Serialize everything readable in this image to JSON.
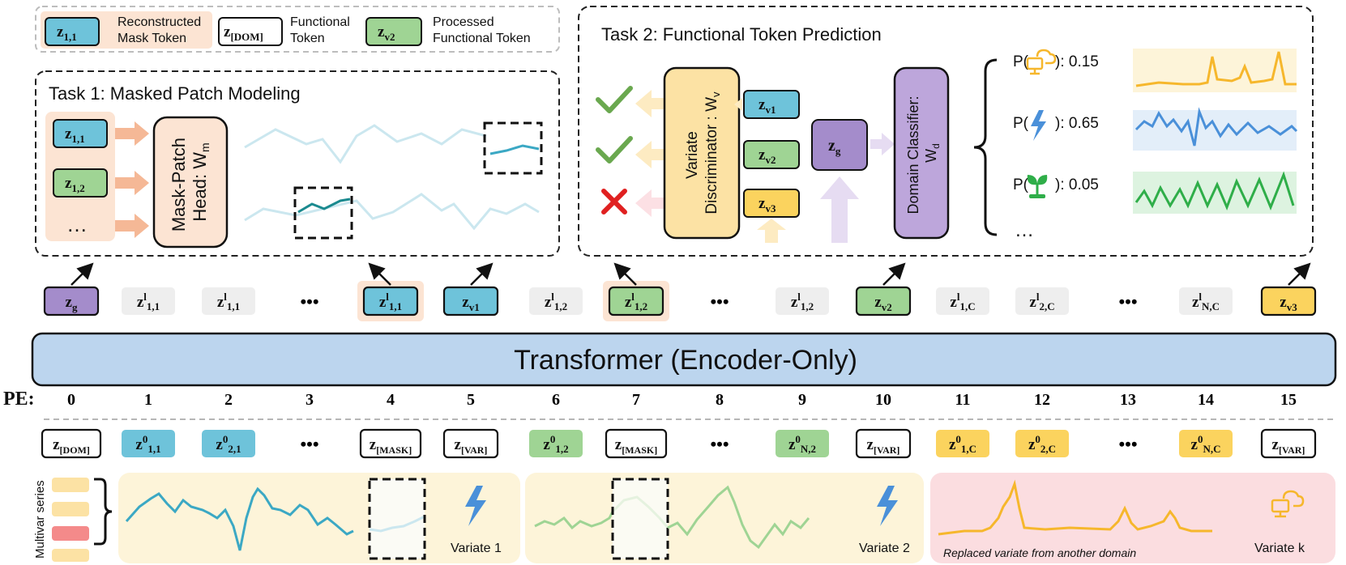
{
  "legend": {
    "items": [
      {
        "token": "z",
        "sub": "1,1",
        "label_line1": "Reconstructed",
        "label_line2": "Mask Token"
      },
      {
        "token": "z",
        "sub": "[DOM]",
        "label_line1": "Functional",
        "label_line2": "Token"
      },
      {
        "token": "z",
        "sub": "v2",
        "label_line1": "Processed",
        "label_line2": "Functional Token"
      }
    ]
  },
  "task1": {
    "title": "Task 1: Masked Patch Modeling",
    "inputs": [
      {
        "token": "z",
        "sub": "1,1"
      },
      {
        "token": "z",
        "sub": "1,2"
      }
    ],
    "ellipsis": "…",
    "head_line1": "Mask-Patch",
    "head_line2": "Head: W",
    "head_sub": "m"
  },
  "task2": {
    "title": "Task 2: Functional Token Prediction",
    "discriminator_line1": "Variate",
    "discriminator_line2": "Discriminator : W",
    "discriminator_sub": "v",
    "tokens": [
      {
        "token": "z",
        "sub": "v1"
      },
      {
        "token": "z",
        "sub": "v2"
      },
      {
        "token": "z",
        "sub": "v3"
      }
    ],
    "global_token": {
      "token": "z",
      "sub": "g"
    },
    "classifier_line1": "Domain Classifier:",
    "classifier_line2": "W",
    "classifier_sub": "d",
    "probs": [
      {
        "prefix": "P(",
        "suffix": "): 0.15",
        "icon": "cloud-computer-icon"
      },
      {
        "prefix": "P(",
        "suffix": "): 0.65",
        "icon": "lightning-icon"
      },
      {
        "prefix": "P(",
        "suffix": "): 0.05",
        "icon": "plant-icon"
      }
    ],
    "ellipsis": "…"
  },
  "output_tokens": [
    {
      "token": "z",
      "sub": "g"
    },
    {
      "token": "z",
      "sup": "l",
      "sub": "1,1"
    },
    {
      "token": "z",
      "sup": "l",
      "sub": "1,1"
    },
    {
      "token": "•••"
    },
    {
      "token": "z",
      "sup": "l",
      "sub": "1,1"
    },
    {
      "token": "z",
      "sub": "v1"
    },
    {
      "token": "z",
      "sup": "l",
      "sub": "1,2"
    },
    {
      "token": "z",
      "sup": "l",
      "sub": "1,2"
    },
    {
      "token": "•••"
    },
    {
      "token": "z",
      "sup": "l",
      "sub": "1,2"
    },
    {
      "token": "z",
      "sub": "v2"
    },
    {
      "token": "z",
      "sup": "l",
      "sub": "1,C"
    },
    {
      "token": "z",
      "sup": "l",
      "sub": "2,C"
    },
    {
      "token": "•••"
    },
    {
      "token": "z",
      "sup": "l",
      "sub": "N,C"
    },
    {
      "token": "z",
      "sub": "v3"
    }
  ],
  "transformer": {
    "label": "Transformer (Encoder-Only)"
  },
  "pe": {
    "label": "PE:",
    "indices": [
      "0",
      "1",
      "2",
      "3",
      "4",
      "5",
      "6",
      "7",
      "8",
      "9",
      "10",
      "11",
      "12",
      "13",
      "14",
      "15"
    ]
  },
  "input_tokens": [
    {
      "token": "z",
      "sub": "[DOM]"
    },
    {
      "token": "z",
      "sup": "0",
      "sub": "1,1"
    },
    {
      "token": "z",
      "sup": "0",
      "sub": "2,1"
    },
    {
      "token": "•••"
    },
    {
      "token": "z",
      "sub": "[MASK]"
    },
    {
      "token": "z",
      "sub": "[VAR]"
    },
    {
      "token": "z",
      "sup": "0",
      "sub": "1,2"
    },
    {
      "token": "z",
      "sub": "[MASK]"
    },
    {
      "token": "•••"
    },
    {
      "token": "z",
      "sup": "0",
      "sub": "N,2"
    },
    {
      "token": "z",
      "sub": "[VAR]"
    },
    {
      "token": "z",
      "sup": "0",
      "sub": "1,C"
    },
    {
      "token": "z",
      "sup": "0",
      "sub": "2,C"
    },
    {
      "token": "•••"
    },
    {
      "token": "z",
      "sup": "0",
      "sub": "N,C"
    },
    {
      "token": "z",
      "sub": "[VAR]"
    }
  ],
  "series_panel": {
    "multivar_label": "Multivar series",
    "variate1": {
      "label": "Variate 1",
      "icon": "lightning-icon"
    },
    "variate2": {
      "label": "Variate 2",
      "icon": "lightning-icon"
    },
    "variatek": {
      "label": "Variate k",
      "icon": "cloud-computer-icon",
      "caption": "Replaced variate from another domain"
    }
  },
  "colors": {
    "blue_token": "#6EC3DA",
    "green_token": "#9FD494",
    "yellow_token": "#FBD35E",
    "purple_token": "#A48CCB",
    "gray_token": "#EEEEEE",
    "transformer": "#BCD5EE",
    "peach": "#FCE4D3",
    "yellow_panel": "#FDF4D9",
    "pink_panel": "#FBDDE0",
    "check": "#6AA84F",
    "cross": "#E02020"
  }
}
